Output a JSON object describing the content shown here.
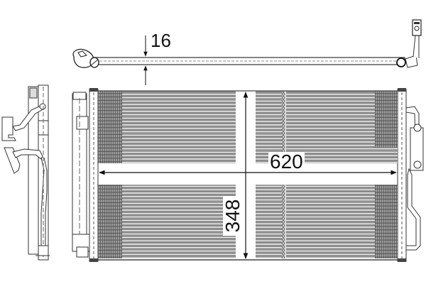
{
  "drawing": {
    "subject": "A/C condenser technical drawing",
    "views": [
      "top-view",
      "side-view",
      "front-view"
    ],
    "colors": {
      "line": "#222222",
      "fin": "#8a8a8a",
      "fin_dark": "#555555",
      "background": "#ffffff"
    }
  },
  "dimensions": {
    "thickness": "16",
    "width": "620",
    "height": "348"
  }
}
